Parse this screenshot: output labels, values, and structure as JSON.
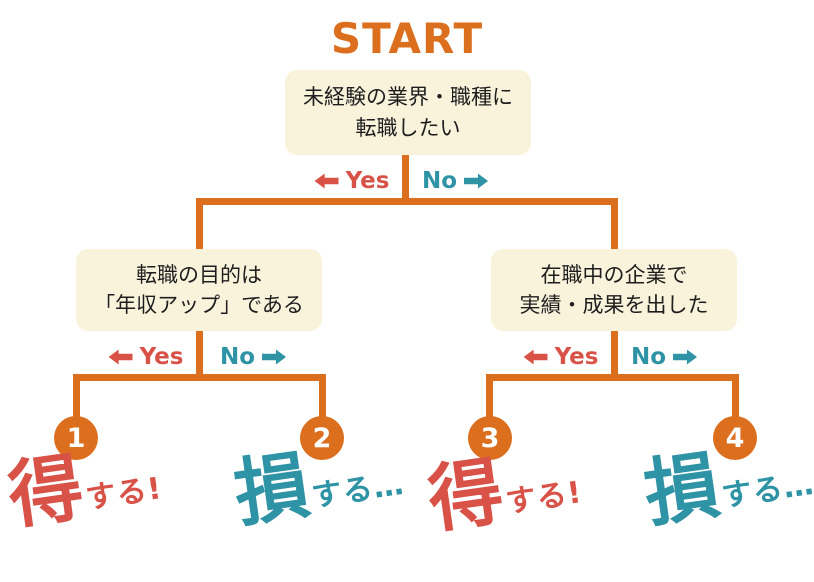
{
  "title": "START",
  "colors": {
    "orange": "#DB6F1E",
    "red": "#D95248",
    "teal": "#2E93A5",
    "box_bg": "#FAF3DC",
    "box_text": "#1E1E1E"
  },
  "labels": {
    "yes": "Yes",
    "no": "No"
  },
  "nodes": {
    "q1": {
      "line1": "未経験の業界・職種に",
      "line2": "転職したい"
    },
    "q2": {
      "line1": "転職の目的は",
      "line2": "「年収アップ」である"
    },
    "q3": {
      "line1": "在職中の企業で",
      "line2": "実績・成果を出した"
    }
  },
  "outcomes": [
    {
      "number": "1",
      "big": "得",
      "small": "する!",
      "result": "gain"
    },
    {
      "number": "2",
      "big": "損",
      "small": "する…",
      "result": "loss"
    },
    {
      "number": "3",
      "big": "得",
      "small": "する!",
      "result": "gain"
    },
    {
      "number": "4",
      "big": "損",
      "small": "する…",
      "result": "loss"
    }
  ]
}
